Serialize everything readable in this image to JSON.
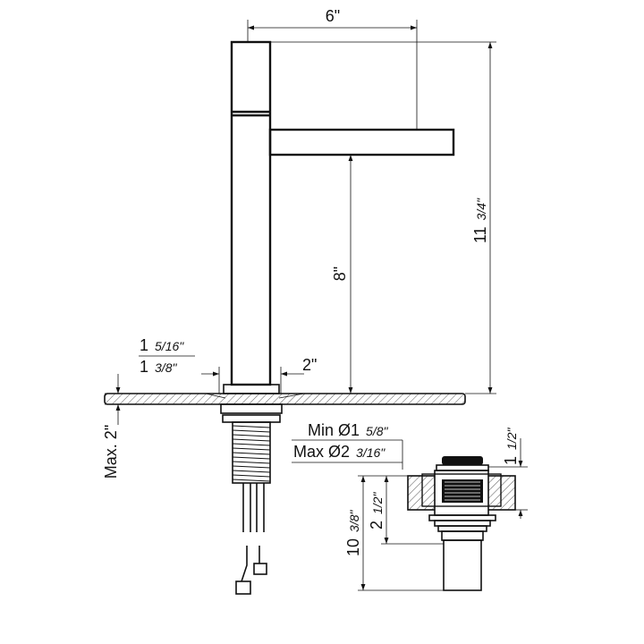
{
  "dimensions": {
    "spout_reach": "6\"",
    "total_height_whole": "11",
    "total_height_frac": "3/4\"",
    "spout_height": "8\"",
    "base_a_whole": "1",
    "base_a_frac": "5/16\"",
    "base_b_whole": "1",
    "base_b_frac": "3/8\"",
    "thread_label": "2\"",
    "max_deck": "Max. 2\"",
    "hole_min_text": "Min Ø1",
    "hole_min_frac": "5/8\"",
    "hole_max_text": "Max Ø2",
    "hole_max_frac": "3/16\"",
    "drain_top_whole": "1",
    "drain_top_frac": "1/2\"",
    "drain_mid_whole": "2",
    "drain_mid_frac": "1/2\"",
    "drain_total_whole": "10",
    "drain_total_frac": "3/8\""
  }
}
